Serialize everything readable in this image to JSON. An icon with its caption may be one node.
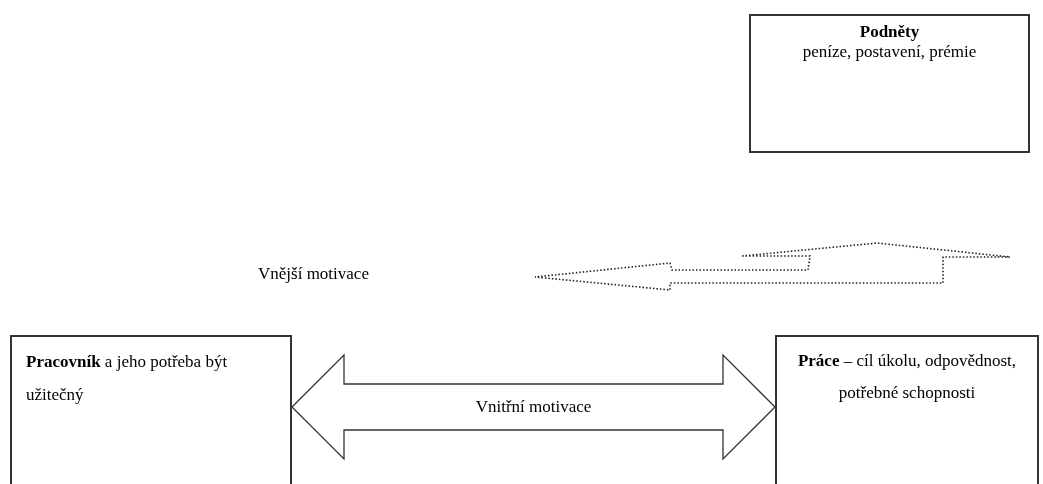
{
  "diagram": {
    "nodes": [
      {
        "text": [
          "Podněty",
          "peníze, postavení, prémie"
        ]
      },
      {
        "text": [
          "**Pracovník** a jeho potřeba být užitečný"
        ]
      },
      {
        "text": [
          "**Práce** – cíl úkolu, odpovědnost, potřebné schopnosti"
        ]
      }
    ],
    "edges": [
      {
        "from": 1,
        "to": 2,
        "arrow": "both",
        "label": "Vnitřní motivace"
      }
    ],
    "labels": [
      "Vnější motivace"
    ]
  }
}
